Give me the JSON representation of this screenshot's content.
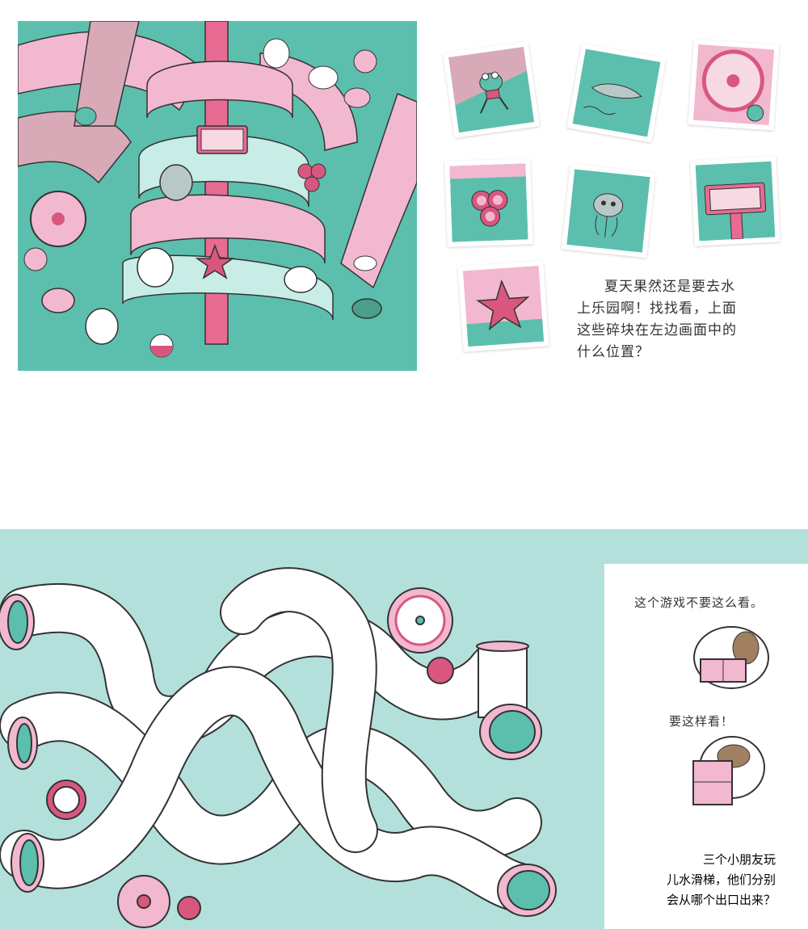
{
  "top_caption": {
    "lines": [
      "夏天果然还是要去水",
      "上乐园啊！找找看，上面",
      "这些碎块在左边画面中的",
      "什么位置？"
    ]
  },
  "pieces": [
    {
      "icon": "frog-icon"
    },
    {
      "icon": "dolphin-icon"
    },
    {
      "icon": "wheel-icon"
    },
    {
      "icon": "clover-icon"
    },
    {
      "icon": "jellyfish-icon"
    },
    {
      "icon": "sign-icon"
    },
    {
      "icon": "starfish-icon"
    }
  ],
  "hint_text_1": "这个游戏不要这么看。",
  "hint_text_2": "要这样看！",
  "bottom_caption": {
    "lines": [
      "三个小朋友玩",
      "儿水滑梯，他们分别",
      "会从哪个出口出来？"
    ]
  },
  "colors": {
    "teal": "#5cbfae",
    "pink": "#f2b8cf",
    "deep_pink": "#d9577e",
    "light_teal": "#b4e0dc"
  }
}
